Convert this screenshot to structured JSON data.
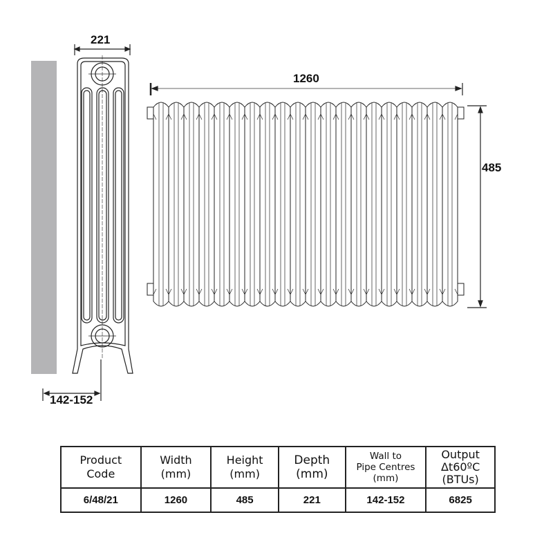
{
  "dimensions": {
    "width": "1260",
    "height": "485",
    "depth": "221",
    "wall_to_pipe": "142-152"
  },
  "colors": {
    "wall": "#b4b4b6",
    "line": "#222222"
  },
  "table": {
    "headers": [
      [
        "Product",
        "Code"
      ],
      [
        "Width",
        "(mm)"
      ],
      [
        "Height",
        "(mm)"
      ],
      [
        "Depth",
        "(mm)"
      ],
      [
        "Wall to",
        "Pipe Centres",
        "(mm)"
      ],
      [
        "Output",
        "Δt60ºC",
        "(BTUs)"
      ]
    ],
    "row": [
      "6/48/21",
      "1260",
      "485",
      "221",
      "142-152",
      "6825"
    ]
  }
}
